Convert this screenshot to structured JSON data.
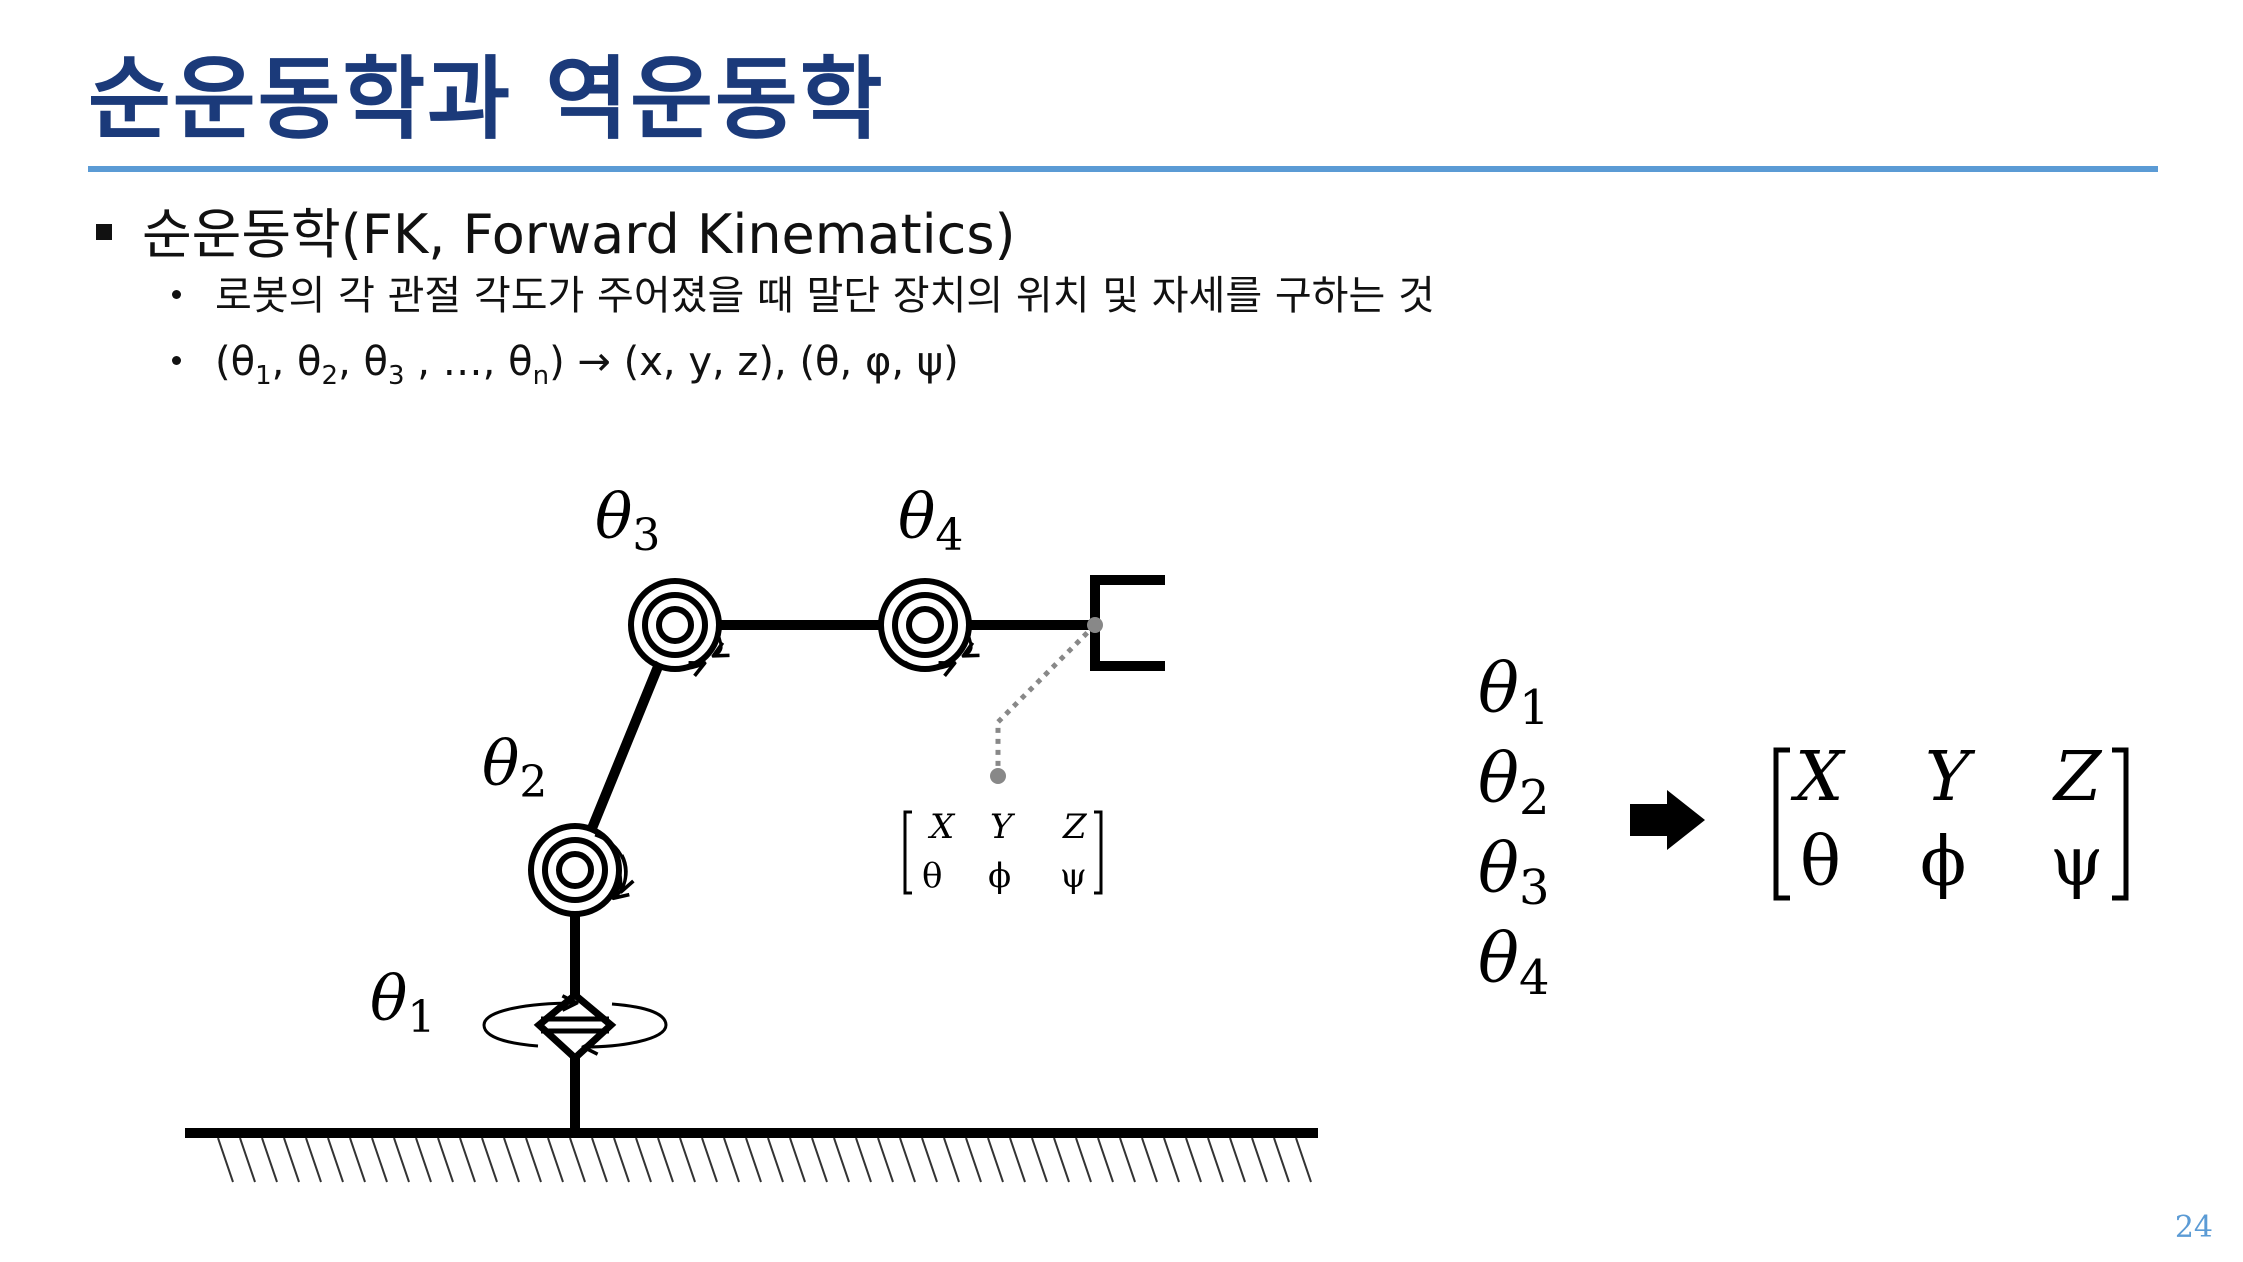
{
  "slide": {
    "title": "순운동학과 역운동학",
    "page_number": "24",
    "colors": {
      "title": "#1b3a7a",
      "rule": "#5b9bd5",
      "page_number": "#5b9bd5"
    }
  },
  "content": {
    "heading": "순운동학(FK, Forward Kinematics)",
    "desc": "로봇의 각 관절 각도가 주어졌을 때 말단 장치의 위치 및 자세를 구하는 것",
    "formula": {
      "t1": "(θ",
      "s1": "1",
      "t2": ", θ",
      "s2": "2",
      "t3": ", θ",
      "s3": "3",
      "t4": " , …, θ",
      "s4": "n",
      "t5": ")   →   (x, y, z), (θ, φ, ψ)"
    }
  },
  "diagram": {
    "joint_labels": {
      "j1": {
        "main": "θ",
        "sub": "1"
      },
      "j2": {
        "main": "θ",
        "sub": "2"
      },
      "j3": {
        "main": "θ",
        "sub": "3"
      },
      "j4": {
        "main": "θ",
        "sub": "4"
      }
    },
    "small_matrix": {
      "row1": [
        "X",
        "Y",
        "Z"
      ],
      "row2": [
        "θ",
        "ϕ",
        "ψ"
      ]
    }
  },
  "right_side": {
    "thetas": [
      {
        "main": "θ",
        "sub": "1"
      },
      {
        "main": "θ",
        "sub": "2"
      },
      {
        "main": "θ",
        "sub": "3"
      },
      {
        "main": "θ",
        "sub": "4"
      }
    ],
    "matrix": {
      "row1": [
        "X",
        "Y",
        "Z"
      ],
      "row2": [
        "θ",
        "ϕ",
        "ψ"
      ]
    }
  }
}
